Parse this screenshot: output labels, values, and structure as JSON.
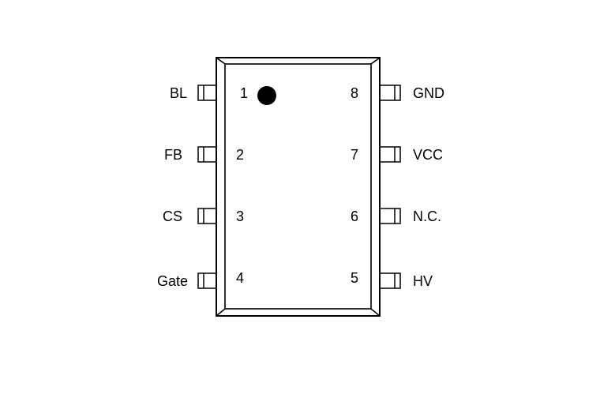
{
  "package": {
    "outline_color": "#000000",
    "pin1_marker": "filled-dot"
  },
  "pins": {
    "left": [
      {
        "number": "1",
        "name": "BL"
      },
      {
        "number": "2",
        "name": "FB"
      },
      {
        "number": "3",
        "name": "CS"
      },
      {
        "number": "4",
        "name": "Gate"
      }
    ],
    "right": [
      {
        "number": "8",
        "name": "GND"
      },
      {
        "number": "7",
        "name": "VCC"
      },
      {
        "number": "6",
        "name": "N.C."
      },
      {
        "number": "5",
        "name": "HV"
      }
    ]
  }
}
